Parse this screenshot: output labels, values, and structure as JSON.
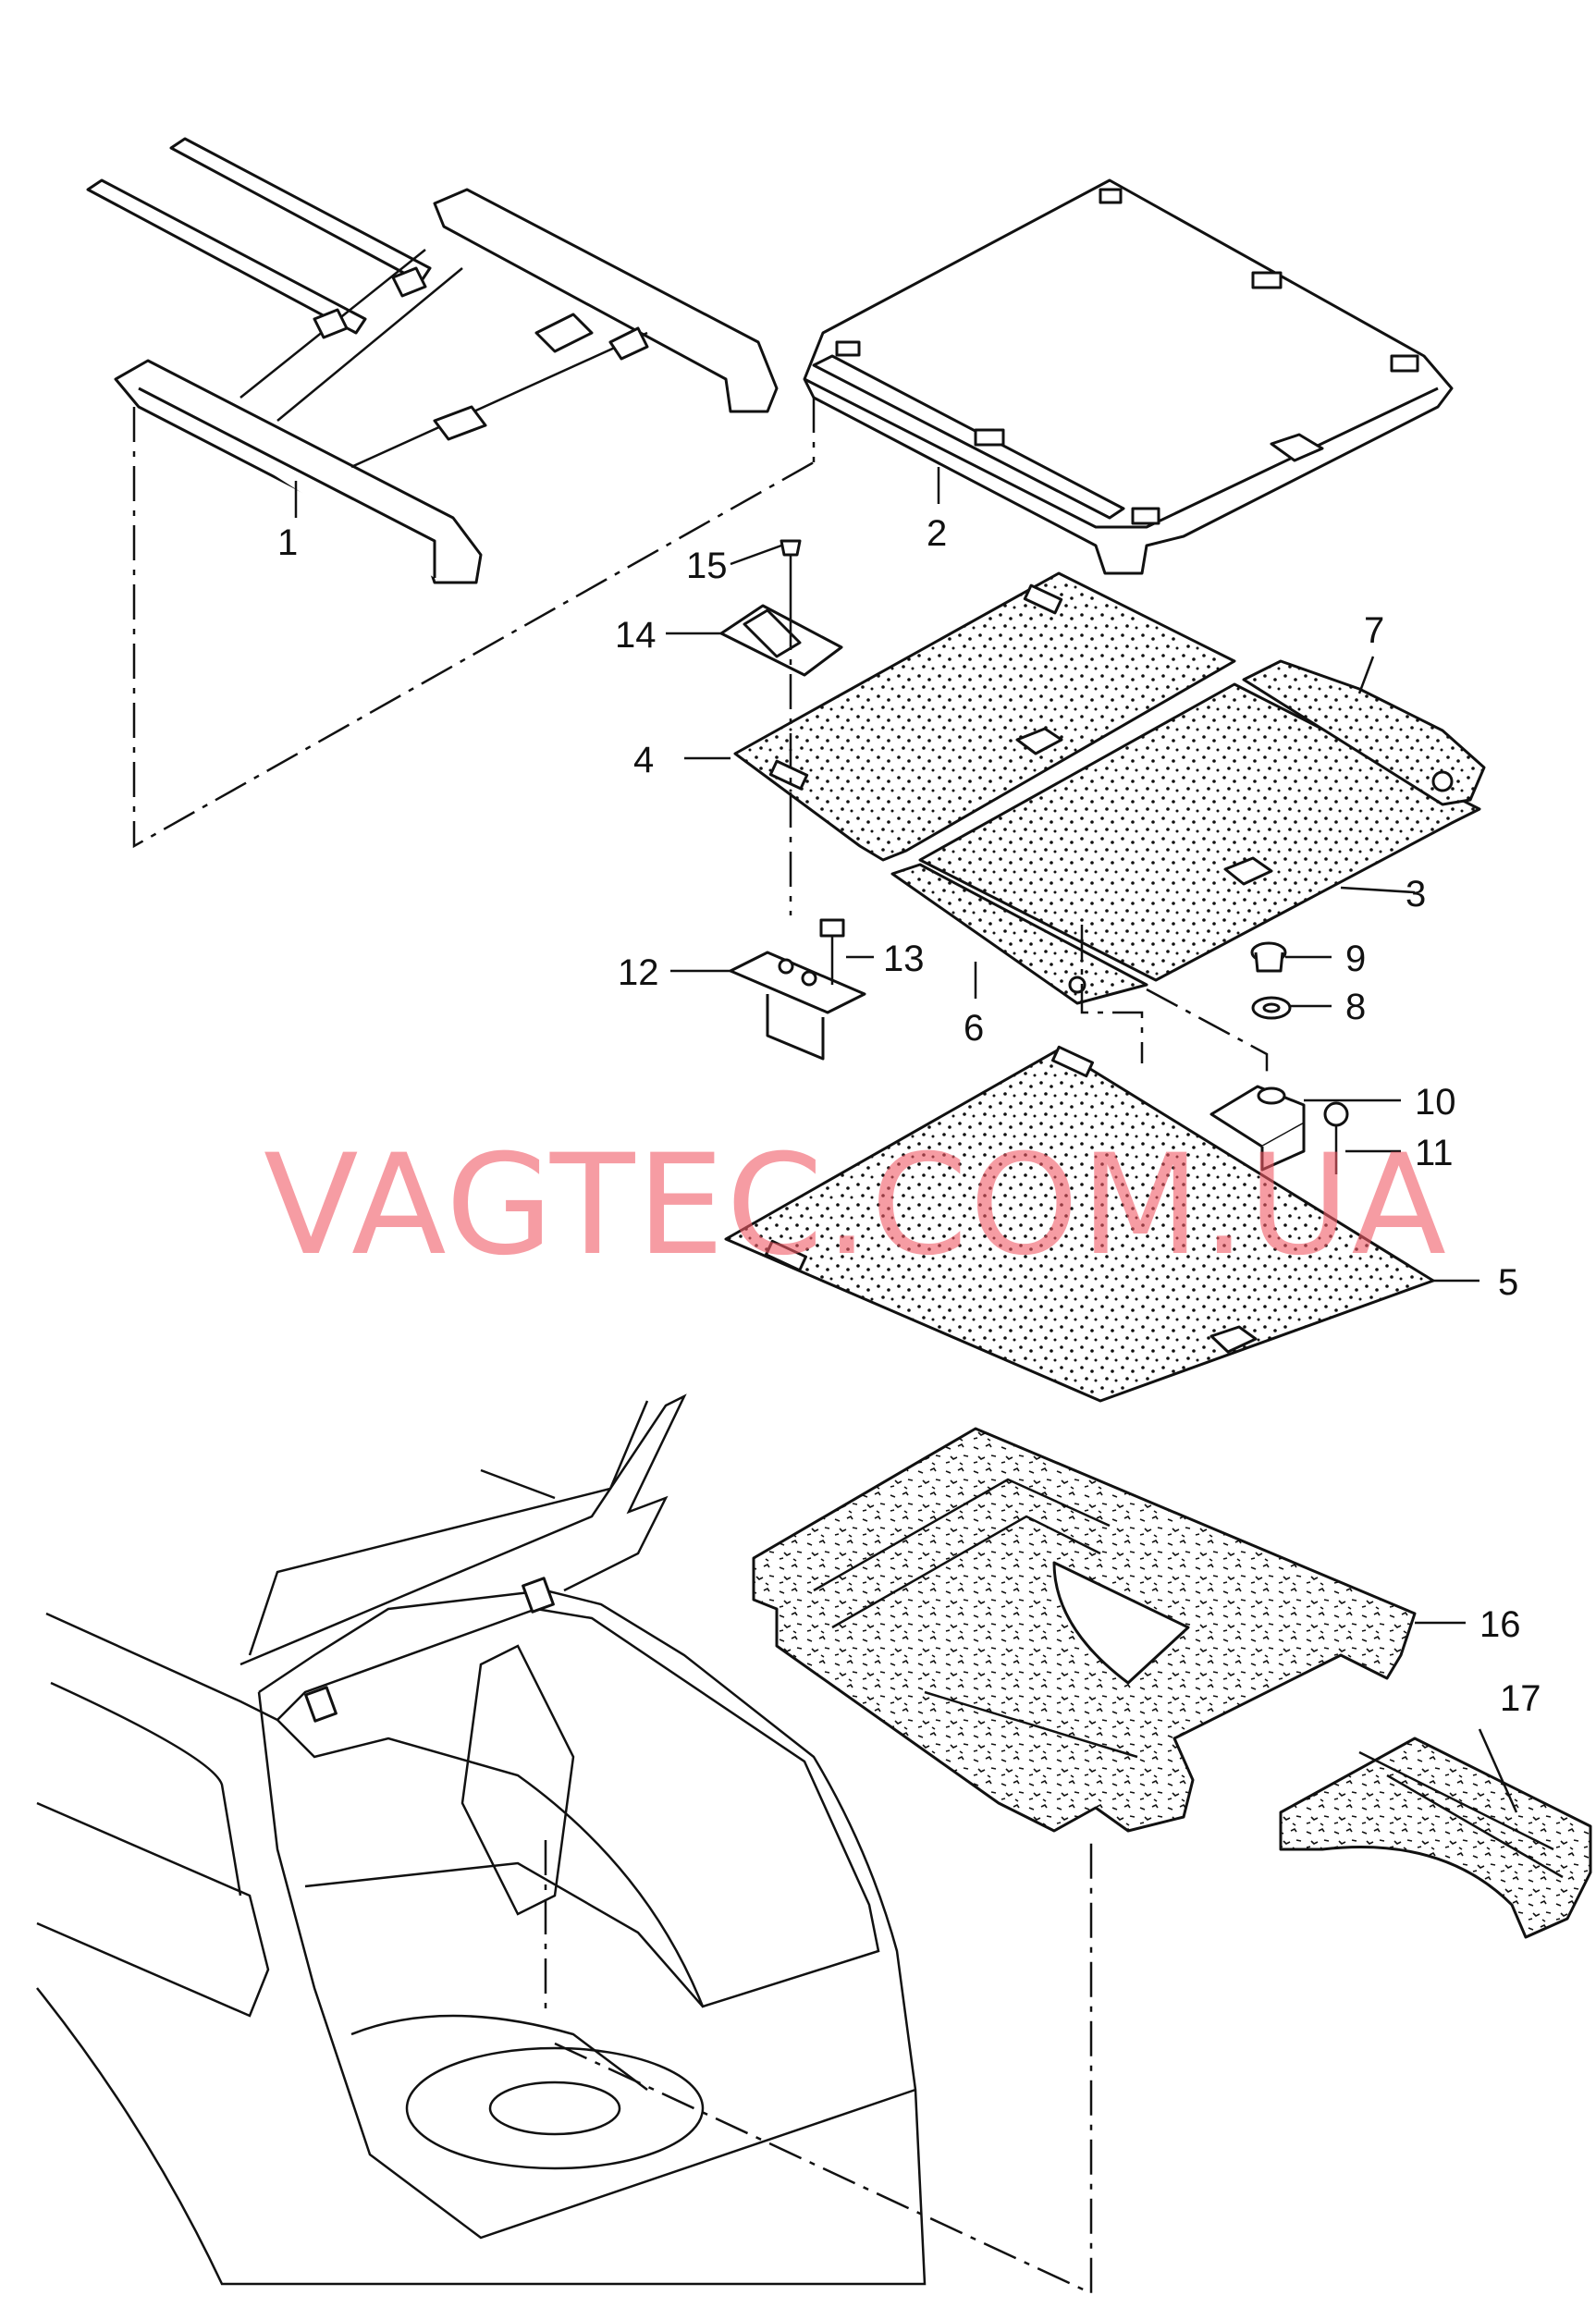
{
  "watermark": "VAGTEC.COM.UA",
  "callouts": {
    "c1": "1",
    "c2": "2",
    "c3": "3",
    "c4": "4",
    "c5": "5",
    "c6": "6",
    "c7": "7",
    "c8": "8",
    "c9": "9",
    "c10": "10",
    "c11": "11",
    "c12": "12",
    "c13": "13",
    "c14": "14",
    "c15": "15",
    "c16": "16",
    "c17": "17"
  },
  "colors": {
    "line": "#111111",
    "watermark": "#f05a66",
    "background": "#ffffff"
  }
}
